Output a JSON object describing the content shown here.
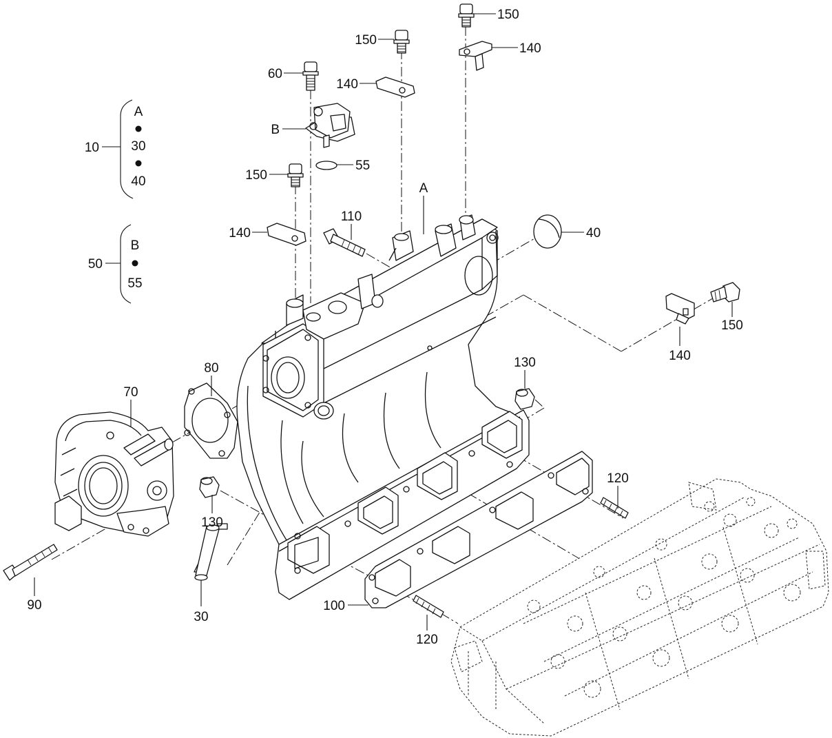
{
  "callouts": {
    "c150_top": "150",
    "c140_top": "140",
    "c150_mid": "150",
    "c140_mid": "140",
    "c60": "60",
    "cB_sensor": "B",
    "c55_oring": "55",
    "c150_left": "150",
    "c140_left": "140",
    "c110": "110",
    "cA_manifold": "A",
    "c40_plug": "40",
    "c150_right": "150",
    "c140_right": "140",
    "c130_right": "130",
    "c80": "80",
    "c70": "70",
    "c130_left": "130",
    "c120_right": "120",
    "c90": "90",
    "c30_pin": "30",
    "c100": "100",
    "c120_lower": "120"
  },
  "legend": {
    "group10": {
      "number": "10",
      "items": [
        "A",
        "30",
        "40"
      ]
    },
    "group50": {
      "number": "50",
      "items": [
        "B",
        "55"
      ]
    }
  }
}
